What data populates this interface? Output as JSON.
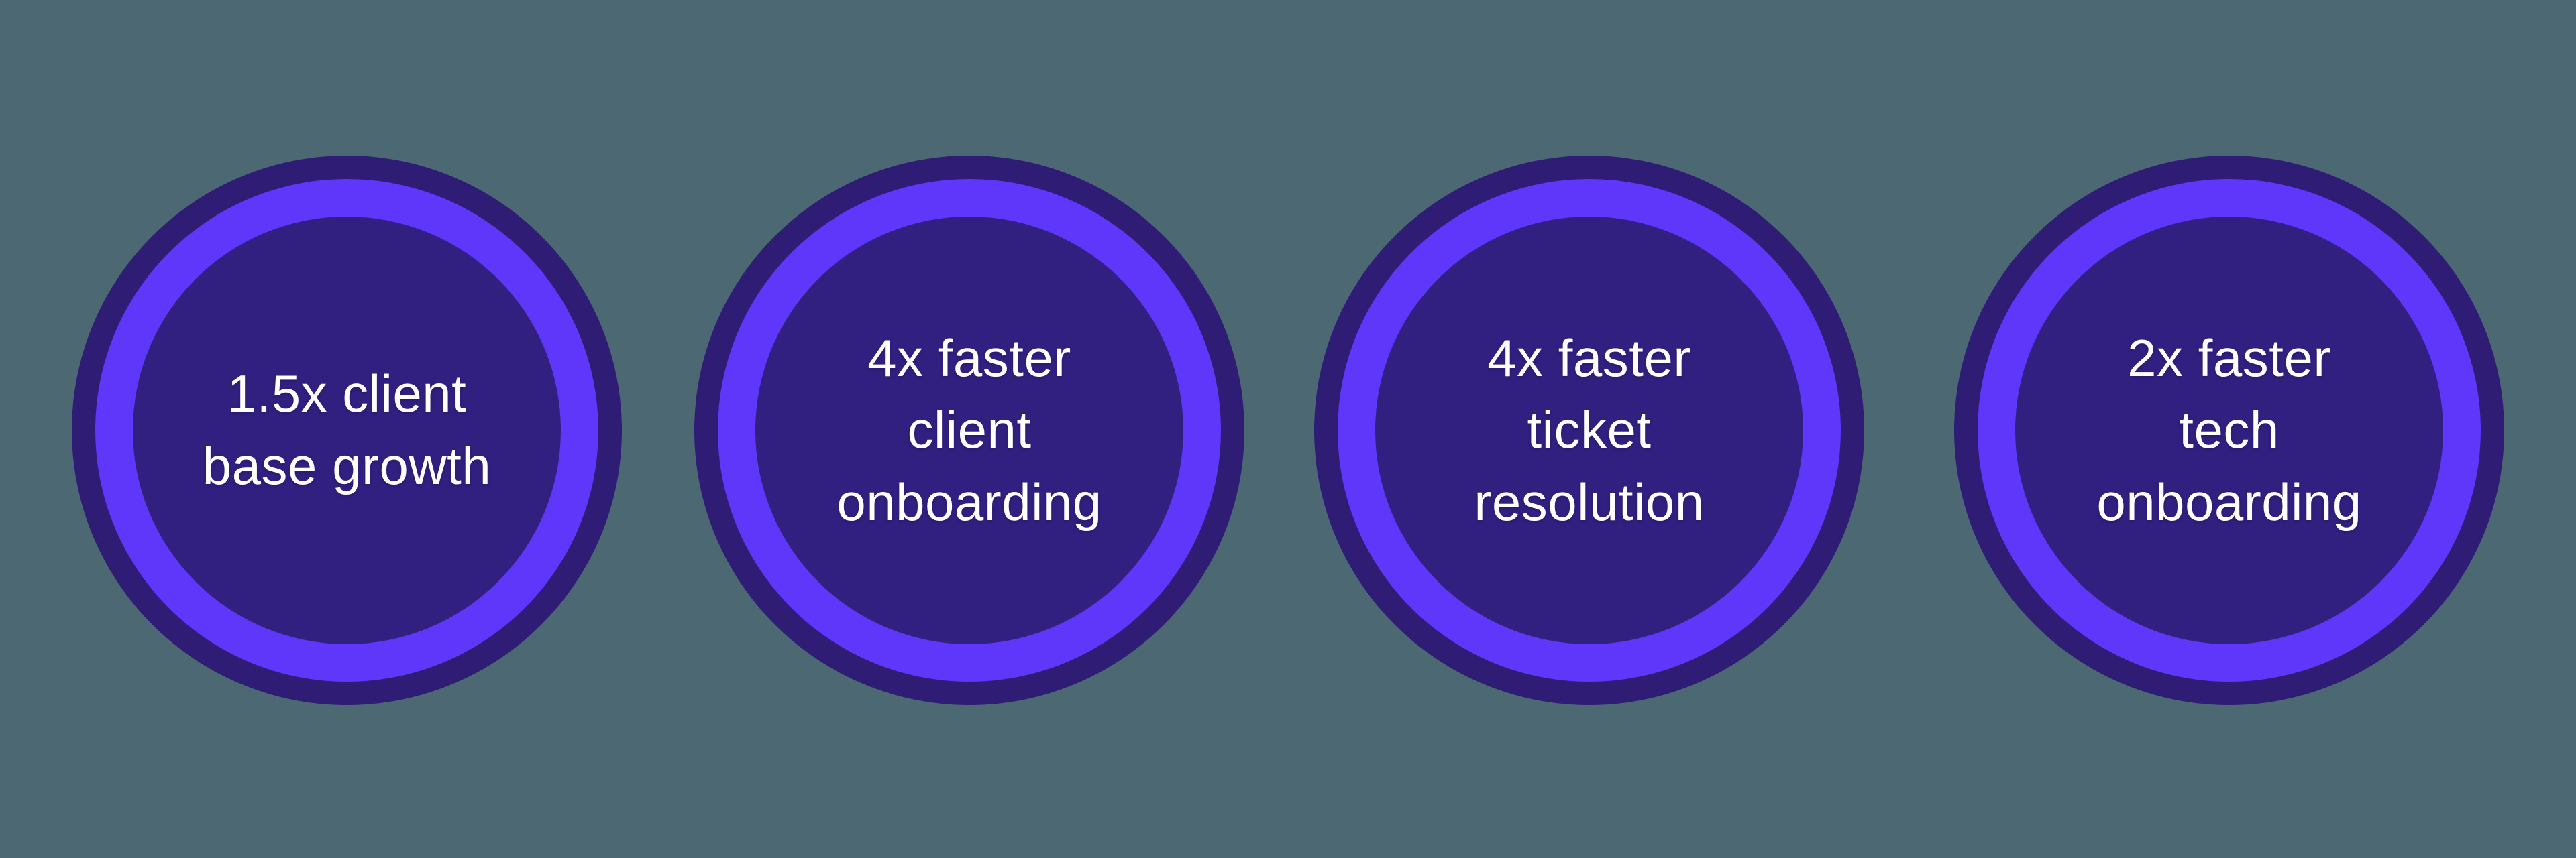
{
  "canvas": {
    "background_color": "#4C6873"
  },
  "palette": {
    "outer_ring_color": "#2E1C75",
    "highlight_ring_color": "#5E37FB",
    "inner_circle_color": "#312080",
    "text_color": "#FFFFFF"
  },
  "stats": [
    {
      "lines": [
        "1.5x client",
        "base growth"
      ]
    },
    {
      "lines": [
        "4x faster",
        "client",
        "onboarding"
      ]
    },
    {
      "lines": [
        "4x faster",
        "ticket",
        "resolution"
      ]
    },
    {
      "lines": [
        "2x faster",
        "tech",
        "onboarding"
      ]
    }
  ]
}
